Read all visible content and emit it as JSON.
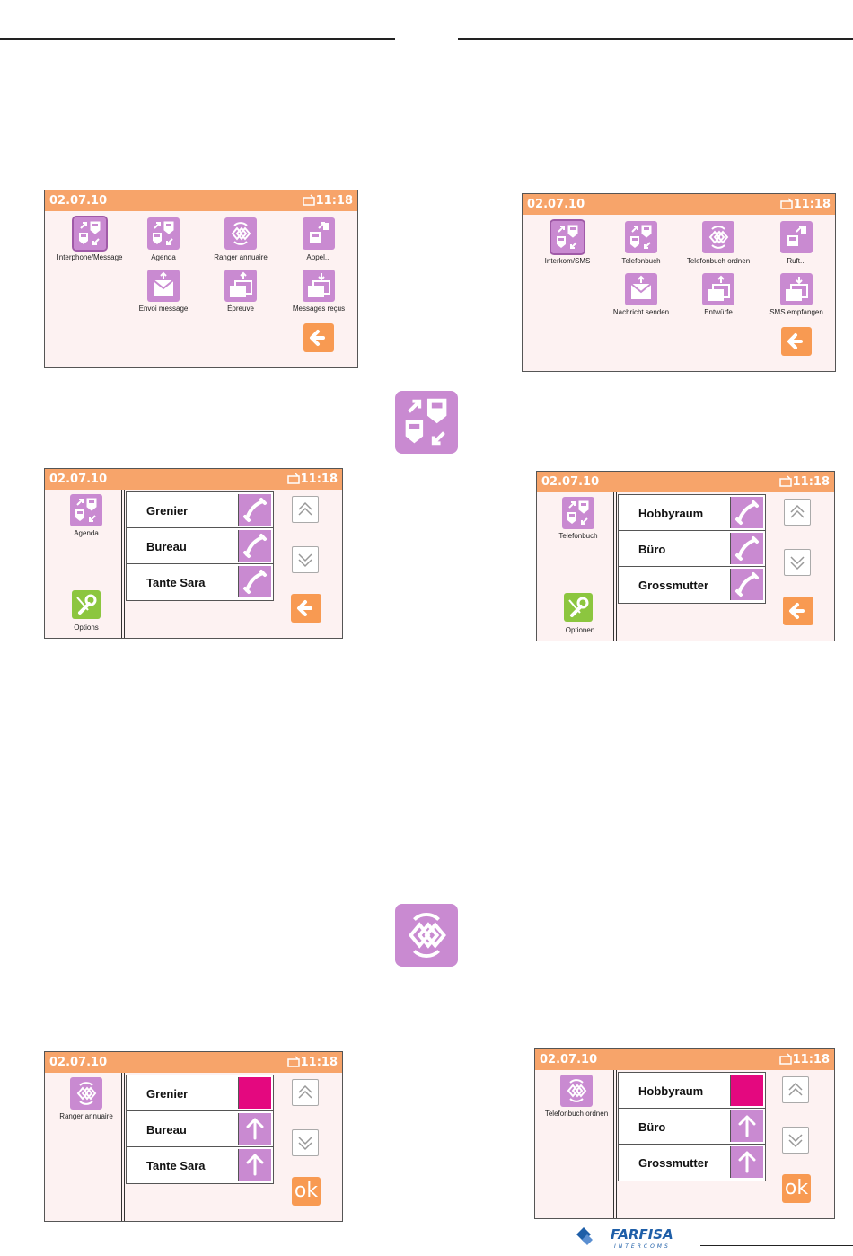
{
  "header": {
    "date": "02.07.10",
    "time": "11:18"
  },
  "menu_fr": {
    "items": [
      {
        "label": "Interphone/Message",
        "icon": "intercom-icon"
      },
      {
        "label": "Agenda",
        "icon": "agenda-icon"
      },
      {
        "label": "Ranger annuaire",
        "icon": "sort-phonebook-icon"
      },
      {
        "label": "Appel...",
        "icon": "call-icon"
      },
      {
        "label": "Envoi message",
        "icon": "send-message-icon"
      },
      {
        "label": "Épreuve",
        "icon": "drafts-icon"
      },
      {
        "label": "Messages reçus",
        "icon": "received-messages-icon"
      }
    ]
  },
  "menu_de": {
    "items": [
      {
        "label": "Interkom/SMS",
        "icon": "intercom-icon"
      },
      {
        "label": "Telefonbuch",
        "icon": "agenda-icon"
      },
      {
        "label": "Telefonbuch ordnen",
        "icon": "sort-phonebook-icon"
      },
      {
        "label": "Ruft...",
        "icon": "call-icon"
      },
      {
        "label": "Nachricht senden",
        "icon": "send-message-icon"
      },
      {
        "label": "Entwürfe",
        "icon": "drafts-icon"
      },
      {
        "label": "SMS empfangen",
        "icon": "received-messages-icon"
      }
    ]
  },
  "agenda_fr": {
    "title": "Agenda",
    "options": "Options",
    "contacts": [
      "Grenier",
      "Bureau",
      "Tante Sara"
    ]
  },
  "agenda_de": {
    "title": "Telefonbuch",
    "options": "Optionen",
    "contacts": [
      "Hobbyraum",
      "Büro",
      "Grossmutter"
    ]
  },
  "sort_fr": {
    "title": "Ranger annuaire",
    "ok": "ok",
    "contacts": [
      "Grenier",
      "Bureau",
      "Tante Sara"
    ]
  },
  "sort_de": {
    "title": "Telefonbuch ordnen",
    "ok": "ok",
    "contacts": [
      "Hobbyraum",
      "Büro",
      "Grossmutter"
    ]
  },
  "brand": {
    "name": "FARFISA",
    "sub": "INTERCOMS"
  },
  "colors": {
    "header": "#f7a46a",
    "icon": "#c98ad1",
    "back": "#f89a52",
    "options": "#8cc63f",
    "selected": "#e4087f"
  }
}
